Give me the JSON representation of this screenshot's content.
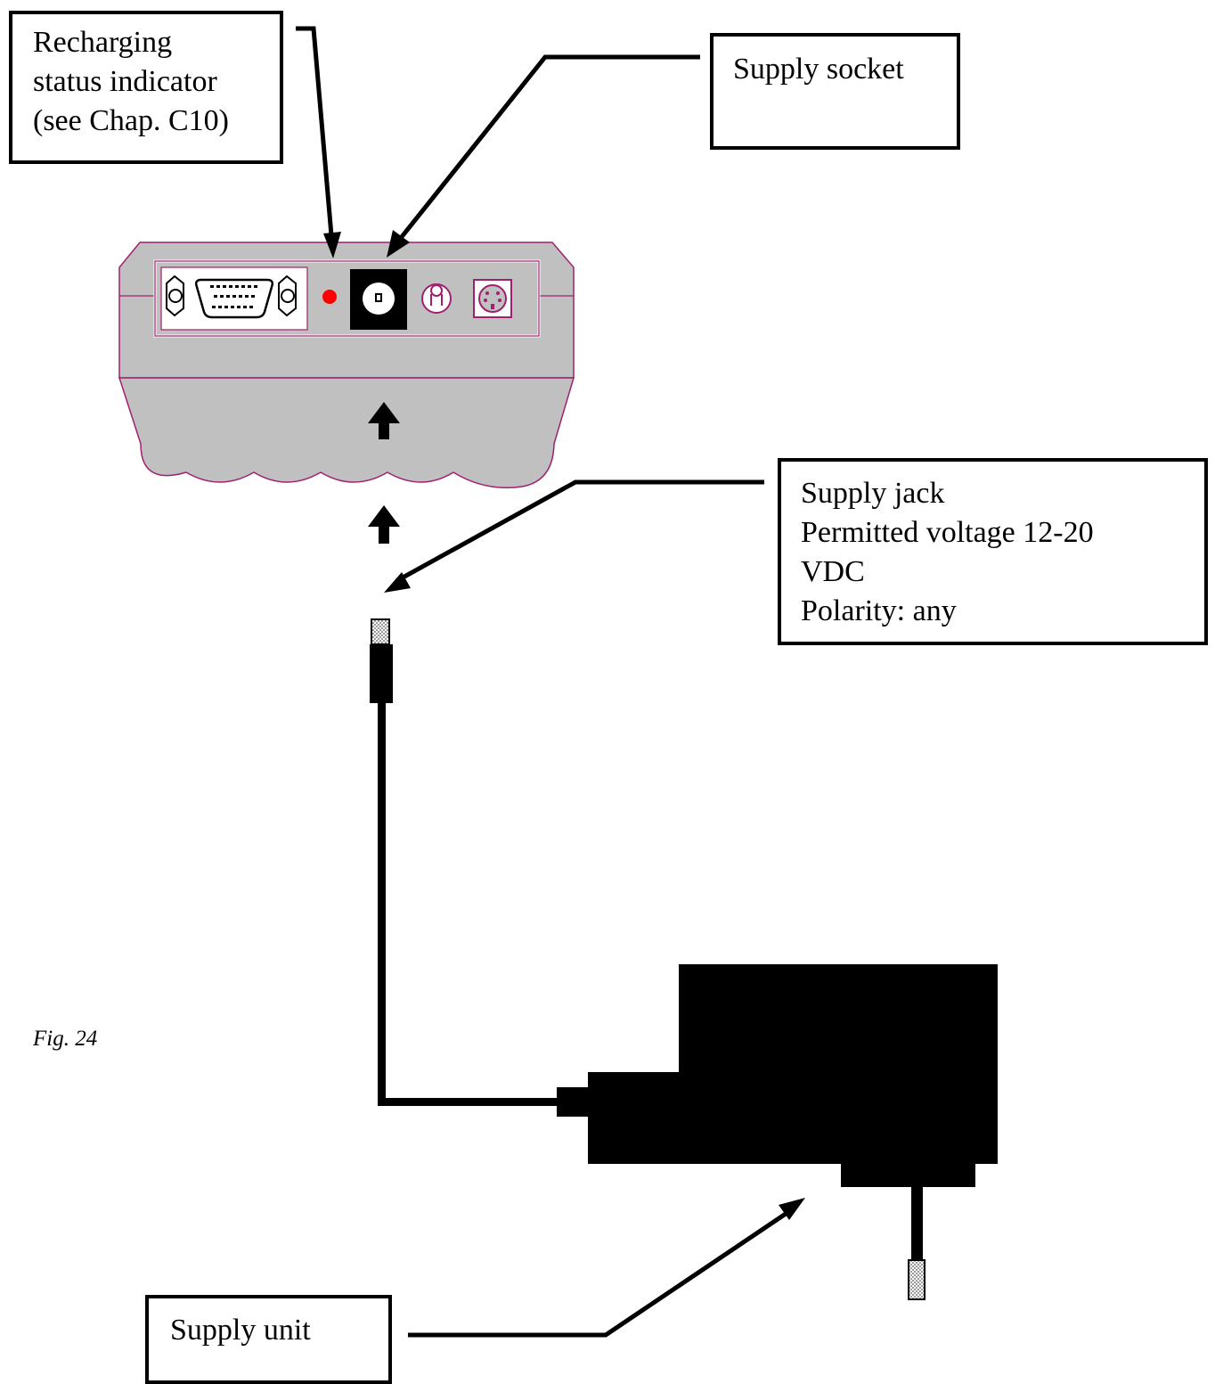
{
  "callouts": {
    "recharging_indicator": {
      "lines": [
        "Recharging",
        "status indicator",
        "(see Chap. C10)"
      ]
    },
    "supply_socket": {
      "lines": [
        "Supply socket"
      ]
    },
    "supply_jack": {
      "lines": [
        "Supply jack",
        "Permitted voltage 12-20",
        "VDC",
        "Polarity: any"
      ]
    },
    "supply_unit": {
      "lines": [
        "Supply unit"
      ]
    }
  },
  "figure_caption": "Fig. 24",
  "colors": {
    "device_body": "#c0c0c0",
    "device_outline": "#a0206e",
    "indicator_led": "#ff0000",
    "ink": "#000000",
    "cable_tip_pattern": "#9a9a9a"
  },
  "icons": {
    "connector_arrow": "up-arrow-icon",
    "supply_socket": "round-dc-socket-icon",
    "serial_port": "db15-port-icon",
    "switch": "toggle-switch-icon",
    "mini_din": "mini-din-socket-icon"
  }
}
